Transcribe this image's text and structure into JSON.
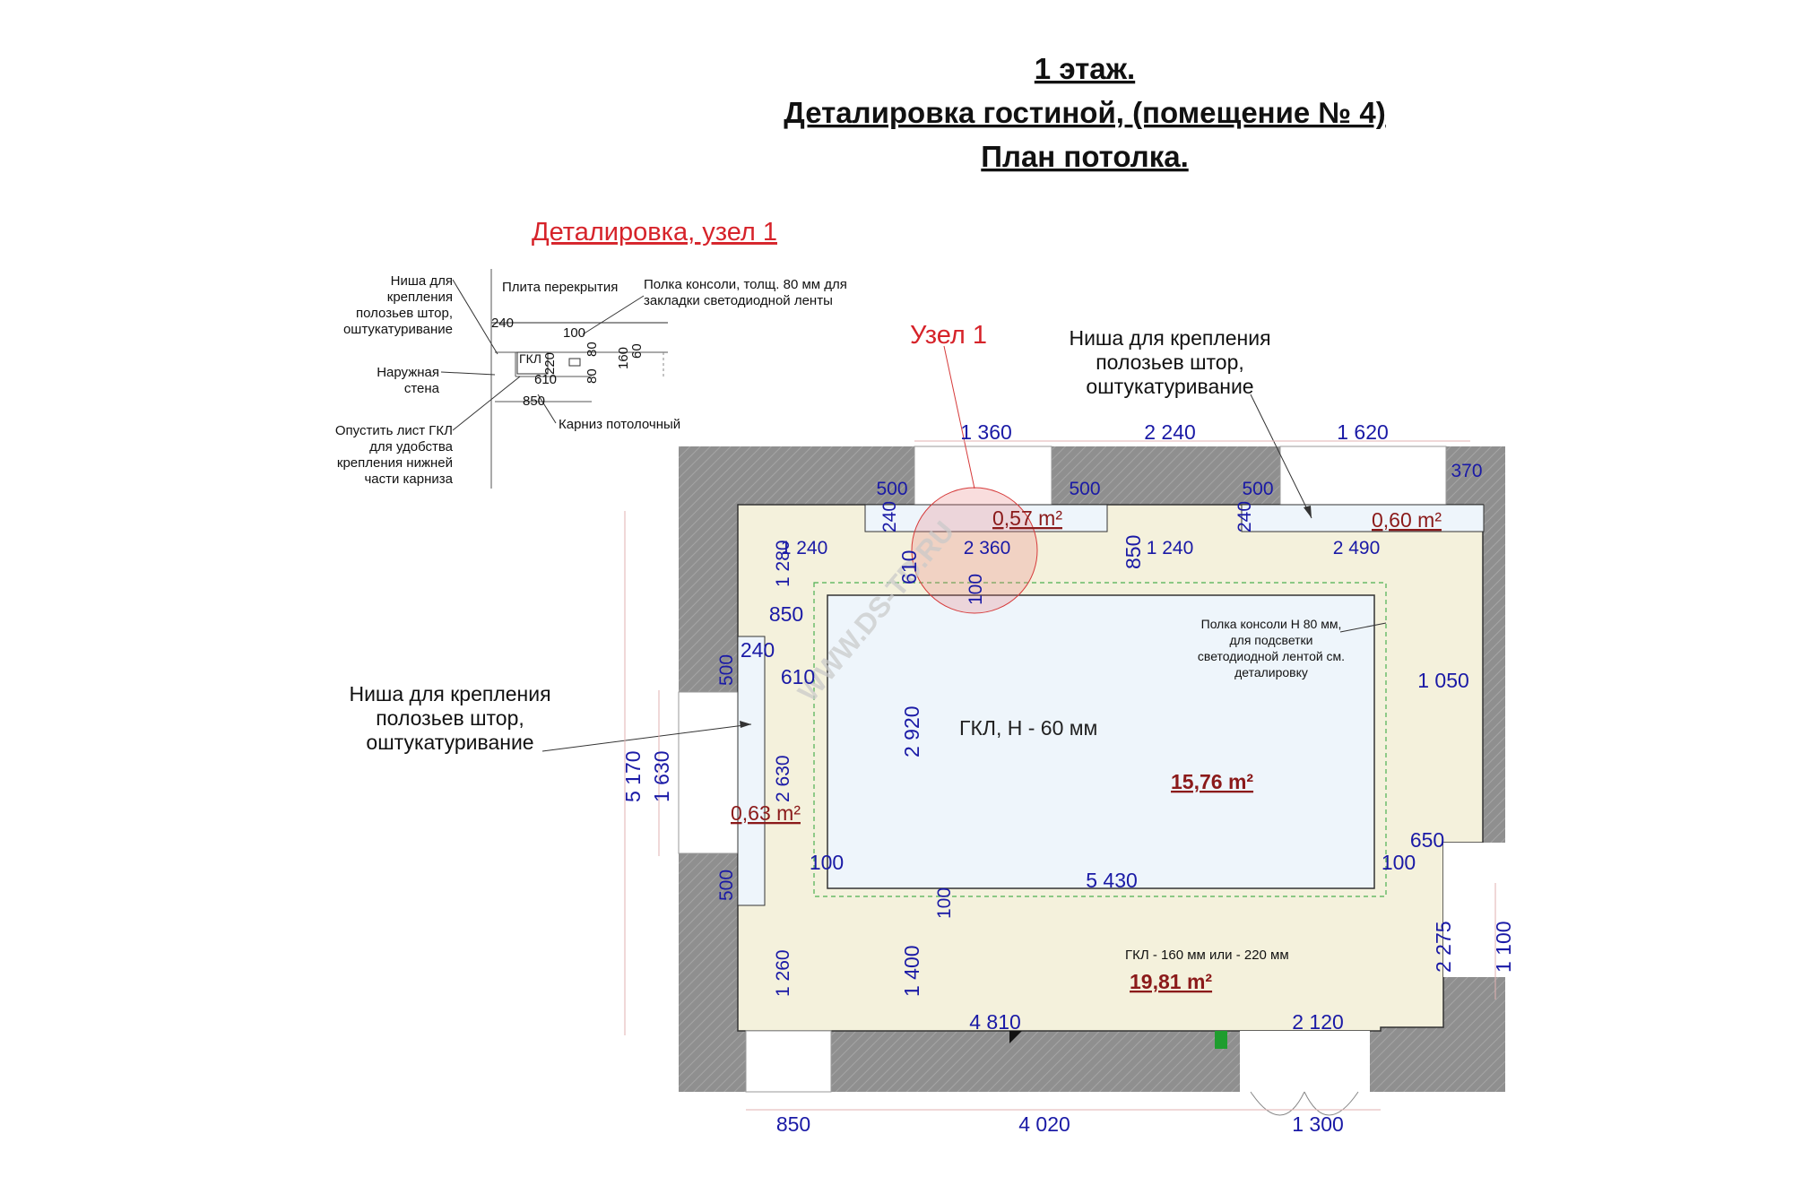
{
  "titles": {
    "line1": "1 этаж.",
    "line2": "Деталировка  гостиной, (помещение  № 4)",
    "line3": "План  потолка."
  },
  "detail": {
    "heading": "Деталировка,  узел 1",
    "labels": {
      "niche": [
        "Ниша для",
        "крепления",
        "полозьев штор,",
        "оштукатуривание"
      ],
      "slab": "Плита перекрытия",
      "shelf": [
        "Полка консоли, толщ. 80 мм для",
        "закладки светодиодной ленты"
      ],
      "outer_wall": [
        "Наружная",
        "стена"
      ],
      "lower_gkl": [
        "Опустить лист ГКЛ",
        "для удобства",
        "крепления нижней",
        "части карниза"
      ],
      "cornice": "Карниз потолочный",
      "gkl": "ГКЛ"
    },
    "dims": {
      "d240": "240",
      "d100": "100",
      "d80a": "80",
      "d80b": "80",
      "d160": "160",
      "d60": "60",
      "d220": "220",
      "d610": "610",
      "d850": "850"
    }
  },
  "plan": {
    "node_label": "Узел 1",
    "niche_top": [
      "Ниша для крепления",
      "полозьев штор,",
      "оштукатуривание"
    ],
    "niche_left": [
      "Ниша для крепления",
      "полозьев штор,",
      "оштукатуривание"
    ],
    "shelf_note": [
      "Полка консоли Н 80 мм,",
      "для  подсветки",
      "светодиодной лентой см.",
      "деталировку"
    ],
    "inner_label": "ГКЛ, Н - 60 мм",
    "outer_label": "ГКЛ - 160 мм  или  - 220 мм",
    "areas": {
      "a057": "0,57 m²",
      "a060": "0,60 m²",
      "a063": "0,63 m²",
      "a1576": "15,76 m²",
      "a1981": "19,81 m²"
    },
    "watermark": "WWW.DS-TD.RU",
    "dims": {
      "top1": "1 360",
      "top2": "2 240",
      "top3": "1 620",
      "top370": "370",
      "n500a": "500",
      "n500b": "500",
      "n500c": "500",
      "v240a": "240",
      "v240b": "240",
      "r1240a": "1 240",
      "r2360": "2 360",
      "r1240b": "1 240",
      "r2490": "2 490",
      "v1280": "1 280",
      "v610a": "610",
      "v100a": "100",
      "v850": "850",
      "h850": "850",
      "h240": "240",
      "h610": "610",
      "v500a": "500",
      "v500b": "500",
      "h1050": "1 050",
      "v2920": "2 920",
      "v2630": "2 630",
      "v5170": "5 170",
      "v1630": "1 630",
      "h100a": "100",
      "h100b": "100",
      "h5430": "5 430",
      "v100b": "100",
      "h650": "650",
      "v2275": "2 275",
      "v1100": "1 100",
      "v1260": "1 260",
      "v1400": "1 400",
      "h4810": "4 810",
      "h2120": "2 120",
      "b850": "850",
      "b4020": "4 020",
      "b1300": "1 300"
    }
  }
}
